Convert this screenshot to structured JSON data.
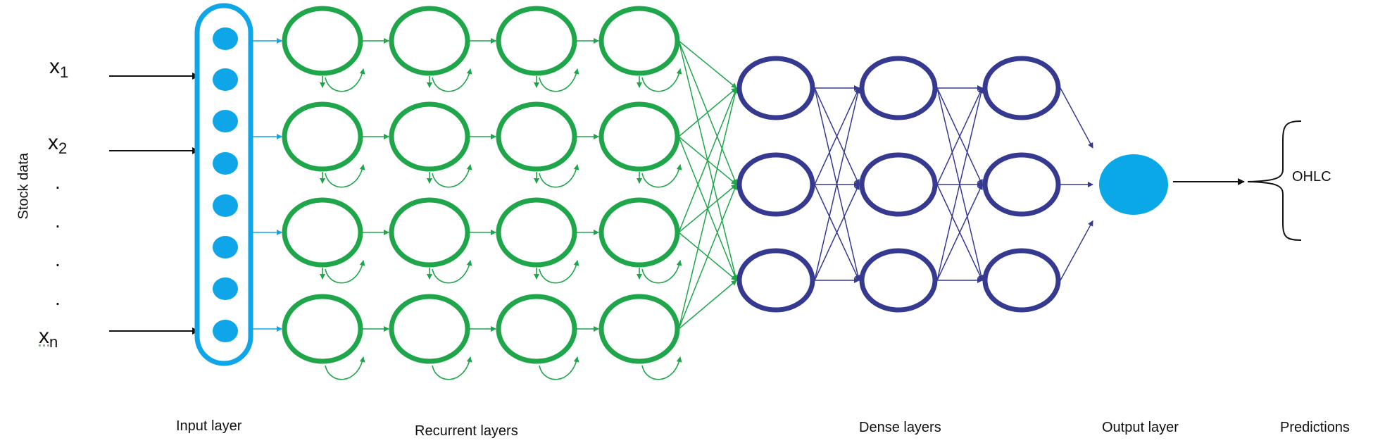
{
  "colors": {
    "input": "#0ea5e9",
    "recurrent": "#1fa64a",
    "dense": "#353a90",
    "output": "#0aa8e6",
    "arrow": "#111111"
  },
  "inputs": [
    {
      "base": "x",
      "sub": "1"
    },
    {
      "base": "x",
      "sub": "2"
    },
    {
      "base": "x",
      "sub": "n"
    }
  ],
  "ellipsis": [
    ".",
    ".",
    ".",
    "."
  ],
  "side_label": "Stock data",
  "output_label": "OHLC",
  "layers": {
    "input": "Input layer",
    "recurrent": "Recurrent layers",
    "dense": "Dense layers",
    "output": "Output layer",
    "predictions": "Predictions"
  }
}
